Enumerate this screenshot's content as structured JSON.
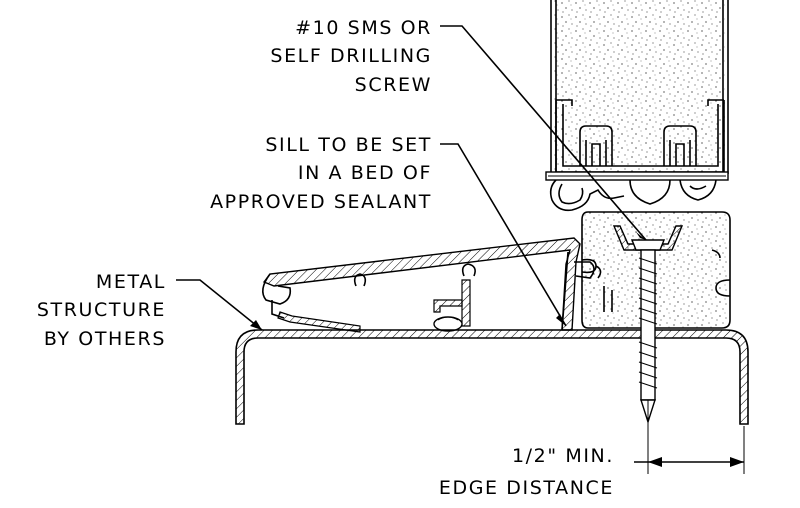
{
  "notes": {
    "screw": [
      "#10 SMS OR",
      "SELF DRILLING",
      "SCREW"
    ],
    "sill": [
      "SILL TO BE SET",
      "IN A BED OF",
      "APPROVED SEALANT"
    ],
    "structure": [
      "METAL",
      "STRUCTURE",
      "BY OTHERS"
    ],
    "edge": [
      "1/2\" MIN.",
      "EDGE DISTANCE"
    ]
  },
  "colors": {
    "ink": "#000000",
    "paper": "#ffffff"
  }
}
